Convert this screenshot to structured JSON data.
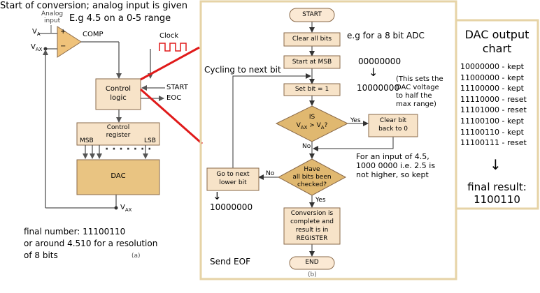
{
  "left_panel": {
    "header_line1": "Start of conversion; analog input is given",
    "header_line2": "E.g 4.5 on a 0-5 range",
    "analog_input_label_1": "Analog",
    "analog_input_label_2": "input",
    "va": "V",
    "va_sub": "A",
    "vax": "V",
    "vax_sub": "AX",
    "comp": "COMP",
    "plus": "+",
    "minus": "−",
    "clock": "Clock",
    "control_logic_1": "Control",
    "control_logic_2": "logic",
    "start": "START",
    "eoc": "EOC",
    "control_register_1": "Control",
    "control_register_2": "register",
    "msb": "MSB",
    "lsb": "LSB",
    "dac": "DAC",
    "vax_out": "V",
    "vax_out_sub": "AX",
    "final_line1": "final number: 11100110",
    "final_line2": "or around 4.510 for a resolution",
    "final_line3": "of 8 bits",
    "fig_label": "(a)"
  },
  "flowchart": {
    "start": "START",
    "clear_all_bits": "Clear all bits",
    "start_at_msb": "Start at MSB",
    "set_bit": "Set bit = 1",
    "is_label": "IS",
    "cond_v1": "V",
    "cond_sub1": "AX",
    "cond_op": " > V",
    "cond_sub2": "A",
    "cond_q": "?",
    "yes": "Yes",
    "no": "No",
    "clear_bit_1": "Clear bit",
    "clear_bit_2": "back to 0",
    "have_1": "Have",
    "have_2": "all bits been",
    "have_3": "checked?",
    "no2": "No",
    "yes2": "Yes",
    "go_next_1": "Go to next",
    "go_next_2": "lower bit",
    "complete_1": "Conversion is",
    "complete_2": "complete and",
    "complete_3": "result is in",
    "complete_4": "REGISTER",
    "end": "END",
    "fig_label": "(b)"
  },
  "annotations": {
    "example": "e.g for a 8 bit ADC",
    "zeros": "00000000",
    "arrow": "↓",
    "ten_zeros": "10000000",
    "sets_note_1": "(This sets the",
    "sets_note_2": "DAC voltage",
    "sets_note_3": "to half the",
    "sets_note_4": "max range)",
    "cycling": "Cycling to next bit",
    "input_note_1": "For an input of 4.5,",
    "input_note_2": "1000 0000 i.e. 2.5 is",
    "input_note_3": "not higher, so kept",
    "left_arrow": "↓",
    "left_value": "10000000",
    "send_eof": "Send EOF"
  },
  "dac_chart": {
    "title_1": "DAC output",
    "title_2": "chart",
    "rows": [
      "10000000 - kept",
      "11000000 - kept",
      "11100000 - kept",
      "11110000 - reset",
      "11101000 - reset",
      "11100100 - kept",
      "11100110 - kept",
      "11100111 - reset"
    ],
    "arrow": "↓",
    "final_1": "final result:",
    "final_2": "1100110"
  },
  "colors": {
    "box_fill": "#f7e3c8",
    "box_stroke": "#8a6a4a",
    "diamond_fill": "#e0b870",
    "dac_fill": "#e9c482",
    "comp_fill": "#efc27a",
    "terminal_fill": "#fbe9d4",
    "frame": "#e6d3a6",
    "red": "#e01a1a"
  }
}
